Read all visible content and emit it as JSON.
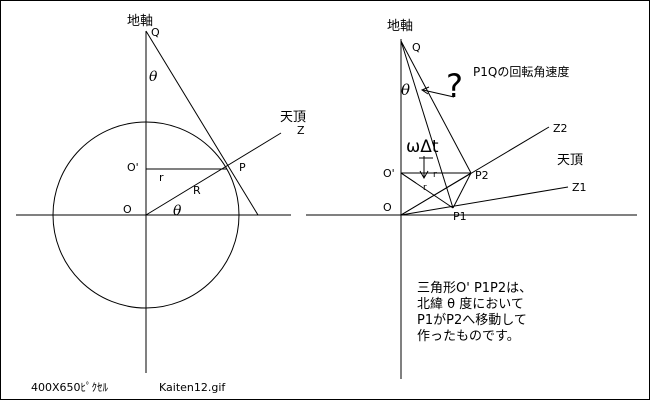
{
  "left_diagram": {
    "axis_label": "地軸",
    "point_q": "Q",
    "angle_theta_top": "θ",
    "zenith_label": "天頂",
    "point_z": "Z",
    "point_o_prime": "O'",
    "radius_r": "r",
    "point_p": "P",
    "radius_R": "R",
    "point_o": "O",
    "angle_theta_bottom": "θ"
  },
  "right_diagram": {
    "axis_label": "地軸",
    "point_q": "Q",
    "angle_theta": "θ",
    "question_mark": "?",
    "question_text": "P1Qの回転角速度",
    "omega_delta_t": "ωΔt",
    "point_o_prime": "O'",
    "label_r1": "r",
    "label_r2": "r",
    "point_p2": "P2",
    "point_z2": "Z2",
    "zenith_label": "天頂",
    "point_z1": "Z1",
    "point_o": "O",
    "point_p1": "P1",
    "note_lines": [
      "三角形O' P1P2は、",
      "北緯 θ 度において",
      "P1がP2へ移動して",
      "作ったものです。"
    ]
  },
  "footer": {
    "size_text": "400X650ﾋﾟｸｾﾙ",
    "file_name": "Kaiten12.gif"
  }
}
